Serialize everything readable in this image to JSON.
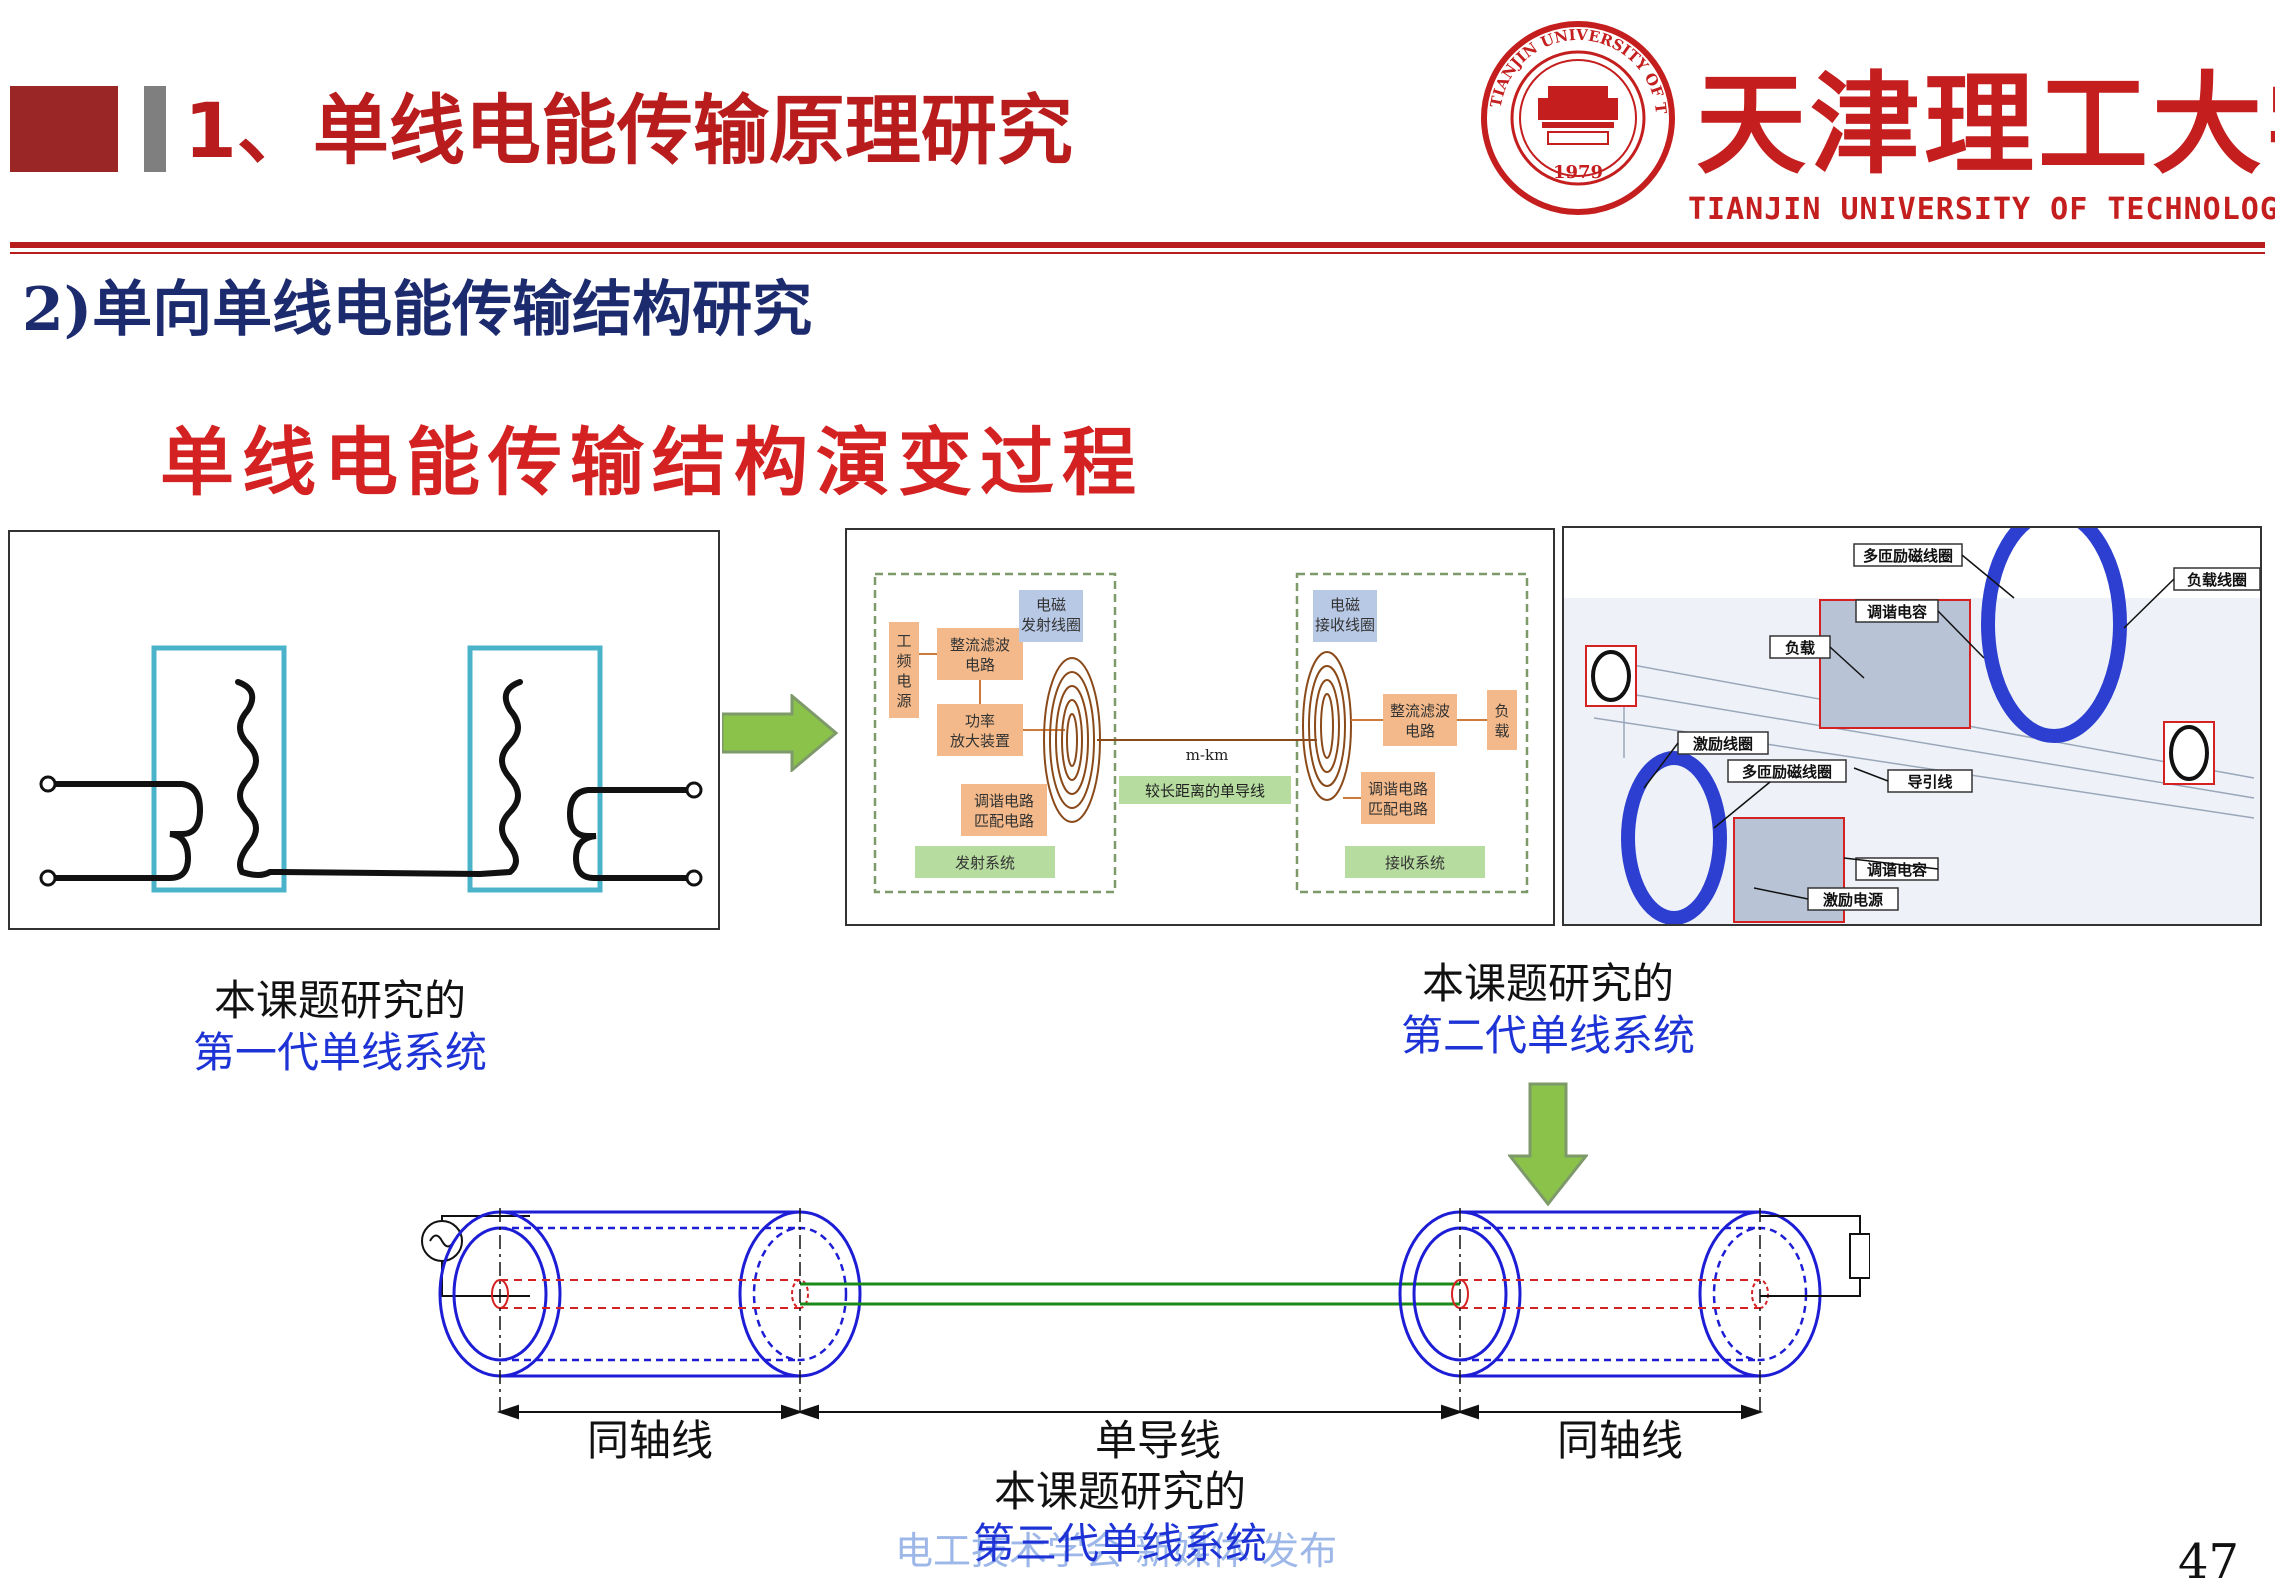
{
  "header": {
    "title": "1、单线电能传输原理研究",
    "university_name": "天津理工大学",
    "university_name_en": "TIANJIN UNIVERSITY OF TECHNOLOGY",
    "seal_text": "TIANJIN UNIVERSITY OF TECHNOLOGY",
    "seal_year": "1979",
    "accent_color": "#b81c1c"
  },
  "subtitle": "2)单向单线电能传输结构研究",
  "section_title": "单线电能传输结构演变过程",
  "block_diagram": {
    "tx_label_1": "工频电源",
    "rect_filter": "整流滤波电路",
    "power_amp": "功率放大装置",
    "tuning": "调谐电路匹配电路",
    "tx_coil": "电磁发射线圈",
    "tx_system": "发射系统",
    "distance": "m-km",
    "wire": "较长距离的单导线",
    "rx_coil": "电磁接收线圈",
    "rx_filter": "整流滤波电路",
    "rx_tuning": "调谐电路匹配电路",
    "load": "负载",
    "rx_system": "接收系统"
  },
  "sim_labels": {
    "multi_coil_top": "多匝励磁线圈",
    "load_coil": "负载线圈",
    "tuning_cap_top": "调谐电容",
    "load": "负载",
    "excite_coil": "激励线圈",
    "multi_coil_bottom": "多匝励磁线圈",
    "lead_wire": "导引线",
    "tuning_cap_bottom": "调谐电容",
    "excite_source": "激励电源"
  },
  "captions": {
    "gen1_line1": "本课题研究的",
    "gen1_line2": "第一代单线系统",
    "gen2_line1": "本课题研究的",
    "gen2_line2": "第二代单线系统",
    "gen3_line1": "本课题研究的",
    "gen3_line2": "第三代单线系统"
  },
  "coax": {
    "label_left": "同轴线",
    "label_mid": "单导线",
    "label_right": "同轴线"
  },
  "watermark": "电工技术学会 新媒体 发布",
  "page_number": "47"
}
